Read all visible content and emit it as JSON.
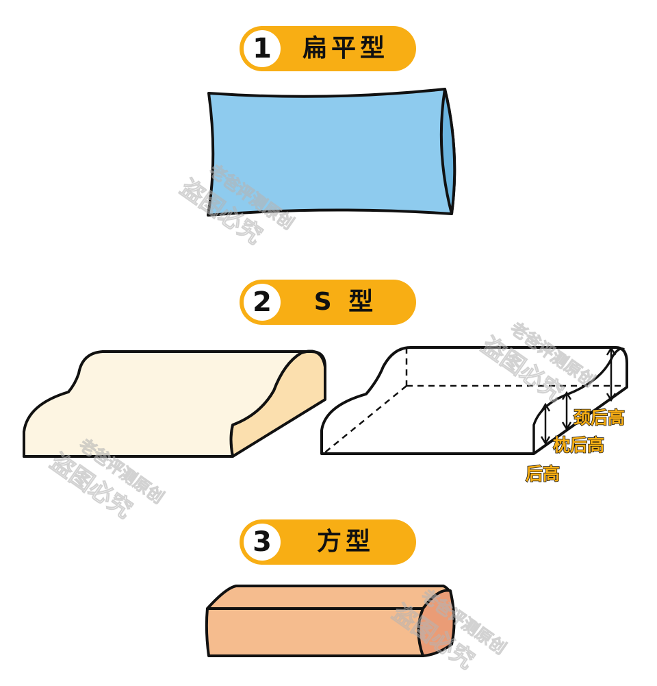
{
  "sections": [
    {
      "number": "1",
      "title": "扁平型",
      "fill_color": "#8ECBEE"
    },
    {
      "number": "2",
      "title": "S 型",
      "fill_color": "#FDF5E2",
      "side_color": "#FBDFAE"
    },
    {
      "number": "3",
      "title": "方型",
      "fill_color": "#F5BC8E",
      "side_color": "#EA9C76"
    }
  ],
  "badge_color": "#F8AE14",
  "dimension_labels": {
    "neck_height": "颈后高",
    "pillow_back_height": "枕后高",
    "back_height": "后高"
  },
  "watermark": {
    "line1": "老爸评测原创",
    "line2": "盗图必究"
  }
}
